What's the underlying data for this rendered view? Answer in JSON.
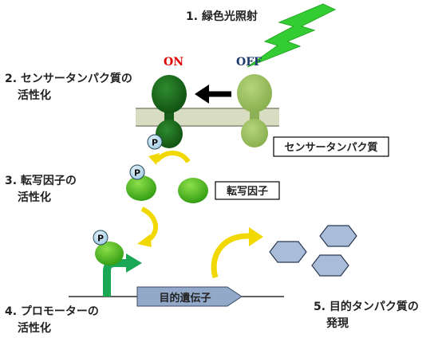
{
  "steps": {
    "s1": "1. 緑色光照射",
    "s2_line1": "2. センサータンパク質の",
    "s2_line2": "活性化",
    "s3_line1": "3. 転写因子の",
    "s3_line2": "活性化",
    "s4_line1": "4. プロモーターの",
    "s4_line2": "活性化",
    "s5_line1": "5. 目的タンパク質の",
    "s5_line2": "発現"
  },
  "states": {
    "on": "ON",
    "off": "OFF"
  },
  "labels": {
    "sensor_protein": "センサータンパク質",
    "transcription_factor": "転写因子",
    "target_gene": "目的遺伝子",
    "phospho": "P"
  },
  "colors": {
    "on_text": "#e00000",
    "off_text": "#1f3a6e",
    "active_green": "#1a6b1a",
    "inactive_green": "#9cc063",
    "light": "#33cc33",
    "arrow_yellow": "#f0d800",
    "membrane": "#d8dcc0",
    "gene_box": "#93a9c9",
    "protein_hex": "#a9bcd8",
    "promoter": "#1aa855"
  }
}
